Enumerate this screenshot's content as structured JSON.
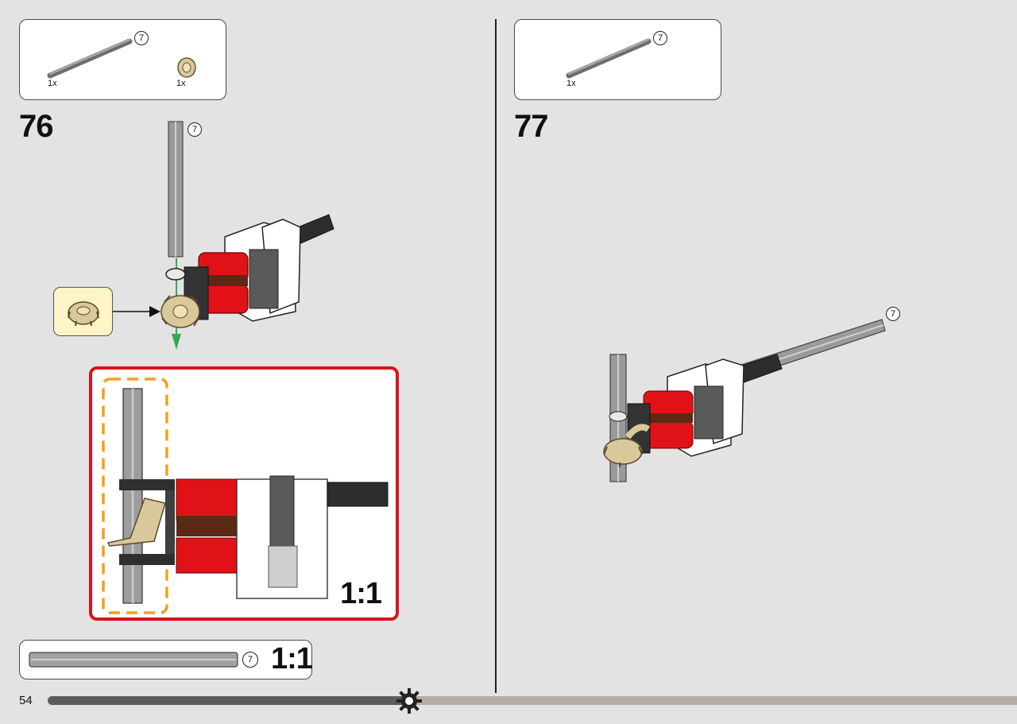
{
  "page": {
    "number": "54"
  },
  "progress": {
    "fraction": 0.37
  },
  "steps": [
    {
      "number": "76",
      "parts": [
        {
          "name": "axle 7",
          "qty": "1x",
          "length": "7"
        },
        {
          "name": "bevel gear",
          "qty": "1x"
        }
      ],
      "axle_length_label": "7",
      "callout_scale": "1:1"
    },
    {
      "number": "77",
      "parts": [
        {
          "name": "axle 7",
          "qty": "1x",
          "length": "7"
        }
      ],
      "axle_length_label": "7"
    }
  ],
  "ruler": {
    "length_label": "7",
    "scale": "1:1"
  }
}
